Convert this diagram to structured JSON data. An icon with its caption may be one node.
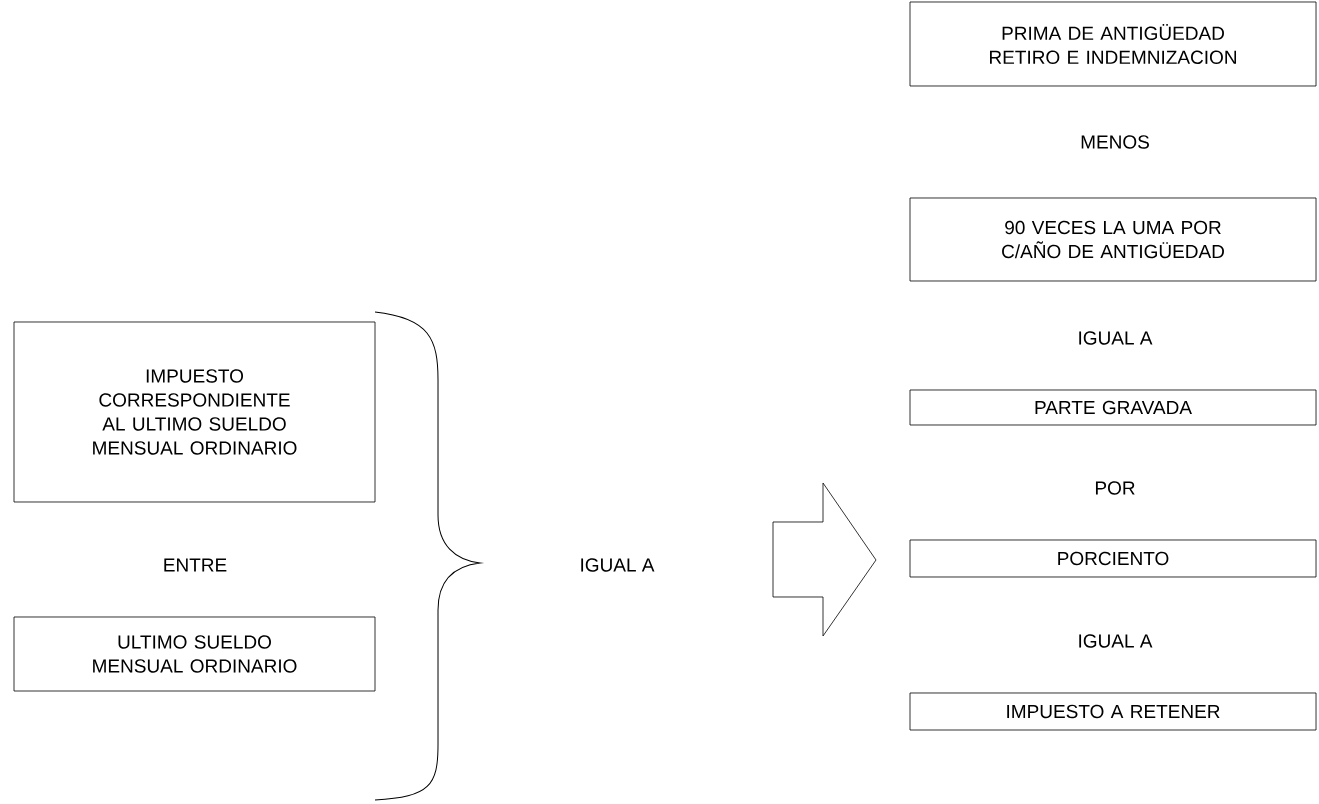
{
  "diagram": {
    "nodes": [
      {
        "text": [
          "IMPUESTO CORRESPONDIENTE AL ULTIMO SUELDO MENSUAL ORDINARIO"
        ]
      },
      {
        "text": [
          "ULTIMO SUELDO MENSUAL ORDINARIO"
        ]
      },
      {
        "text": [
          "PRIMA DE ANTIGÜEDAD RETIRO E INDEMNIZACION"
        ]
      },
      {
        "text": [
          "90 VECES LA UMA POR C/AÑO DE ANTIGÜEDAD"
        ]
      },
      {
        "text": [
          "PARTE GRAVADA"
        ]
      },
      {
        "text": [
          "PORCIENTO"
        ]
      },
      {
        "text": [
          "IMPUESTO A RETENER"
        ]
      }
    ],
    "labels": [
      "ENTRE",
      "IGUAL A",
      "MENOS",
      "IGUAL A",
      "POR",
      "IGUAL A"
    ]
  }
}
